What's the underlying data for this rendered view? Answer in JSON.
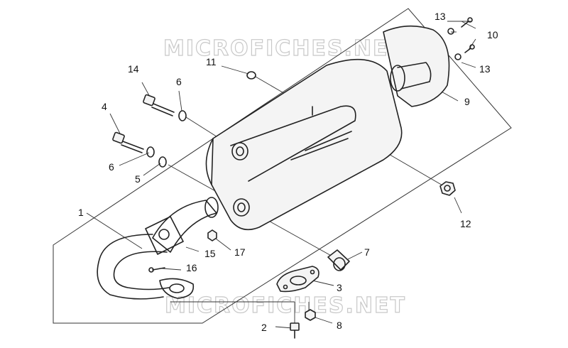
{
  "watermark": {
    "top": "MICROFICHES.NET",
    "bottom": "MICROFICHES.NET"
  },
  "callouts": [
    {
      "id": "1",
      "label": "1"
    },
    {
      "id": "2",
      "label": "2"
    },
    {
      "id": "3",
      "label": "3"
    },
    {
      "id": "4",
      "label": "4"
    },
    {
      "id": "5",
      "label": "5"
    },
    {
      "id": "6a",
      "label": "6"
    },
    {
      "id": "6b",
      "label": "6"
    },
    {
      "id": "7",
      "label": "7"
    },
    {
      "id": "8",
      "label": "8"
    },
    {
      "id": "9",
      "label": "9"
    },
    {
      "id": "10",
      "label": "10"
    },
    {
      "id": "11",
      "label": "11"
    },
    {
      "id": "12",
      "label": "12"
    },
    {
      "id": "13a",
      "label": "13"
    },
    {
      "id": "13b",
      "label": "13"
    },
    {
      "id": "14",
      "label": "14"
    },
    {
      "id": "15",
      "label": "15"
    },
    {
      "id": "16",
      "label": "16"
    },
    {
      "id": "17",
      "label": "17"
    }
  ]
}
